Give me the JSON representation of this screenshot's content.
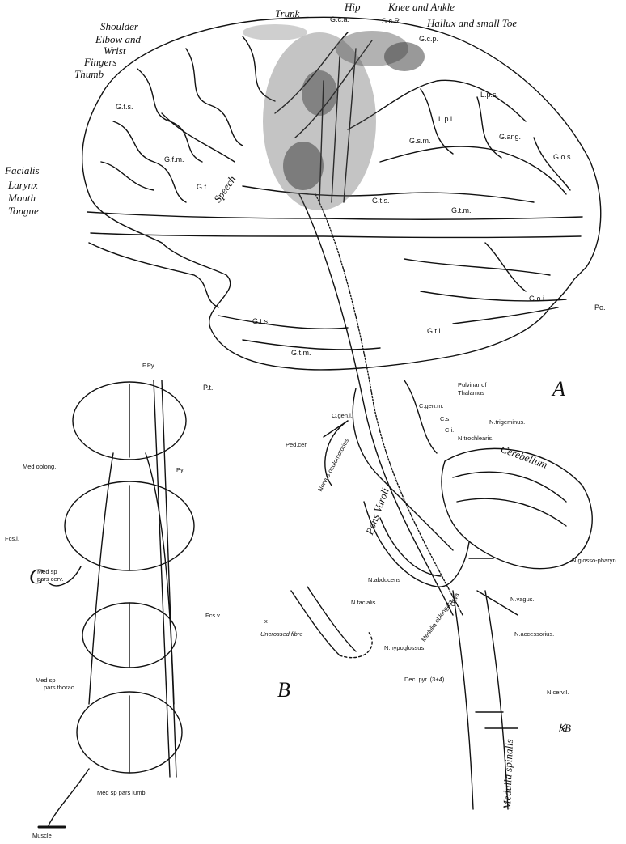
{
  "figure_letters": {
    "a": "A",
    "b": "B",
    "c": "C"
  },
  "motor_areas": {
    "trunk": "Trunk",
    "hip": "Hip",
    "knee_ankle": "Knee and Ankle",
    "hallux": "Hallux and small Toe",
    "shoulder": "Shoulder",
    "elbow_wrist_1": "Elbow and",
    "elbow_wrist_2": "Wrist",
    "fingers": "Fingers",
    "thumb": "Thumb",
    "facialis": "Facialis",
    "larynx": "Larynx",
    "mouth": "Mouth",
    "tongue": "Tongue",
    "speech": "Speech"
  },
  "gyri": {
    "gca": "G.c.a.",
    "scr": "S.c.R",
    "gcp": "G.c.p.",
    "gfs": "G.f.s.",
    "gfm": "G.f.m.",
    "gfi": "G.f.i.",
    "lps": "L.p.s.",
    "lpi": "L.p.i.",
    "gsm": "G.s.m.",
    "gang": "G.ang.",
    "gos": "G.o.s.",
    "gts": "G.t.s.",
    "gtm": "G.t.m.",
    "goi": "G.o.i.",
    "po": "Po.",
    "gts2": "G.t.s.",
    "gtm2": "G.t.m.",
    "gti": "G.t.i.",
    "pt": "P.t."
  },
  "brainstem": {
    "pulvinar_1": "Pulvinar of",
    "pulvinar_2": "Thalamus",
    "cgenm": "C.gen.m.",
    "cgenl": "C.gen.l.",
    "cs": "C.s.",
    "ci": "C.i.",
    "pedcer": "Ped.cer.",
    "nervus_oculomotorius": "Nervus oculomotorius",
    "n_trigeminus": "N.trigeminus.",
    "n_trochlearis": "N.trochlearis.",
    "cerebellum": "Cerebellum",
    "pons_varoli": "Pons Varoli",
    "n_glosso": "N.glosso-pharyn.",
    "n_abducens": "N.abducens",
    "n_facialis": "N.facialis.",
    "n_vagus": "N.vagus.",
    "n_accessorius": "N.accessorius.",
    "n_hypoglossus": "N.hypoglossus.",
    "oliva": "Oliva",
    "medulla_oblongata": "Medulla oblongata",
    "dec_pyr": "Dec. pyr. (3+4)",
    "n_cerv": "N.cerv.I.",
    "medulla_spinalis": "Medulla spinalis",
    "uncrossed": "Uncrossed fibre",
    "x_mark": "x"
  },
  "cord_panel": {
    "fpy": "F.Py.",
    "py": "Py.",
    "med_oblong": "Med oblong.",
    "fcsl": "Fcs.l.",
    "med_sp_cerv_1": "Med sp",
    "med_sp_cerv_2": "pars cerv.",
    "fcsv": "Fcs.v.",
    "med_sp_thorac_1": "Med sp",
    "med_sp_thorac_2": "pars thorac.",
    "med_sp_lumb": "Med sp pars lumb.",
    "muscle": "Muscle"
  },
  "monogram": "ꝂB"
}
